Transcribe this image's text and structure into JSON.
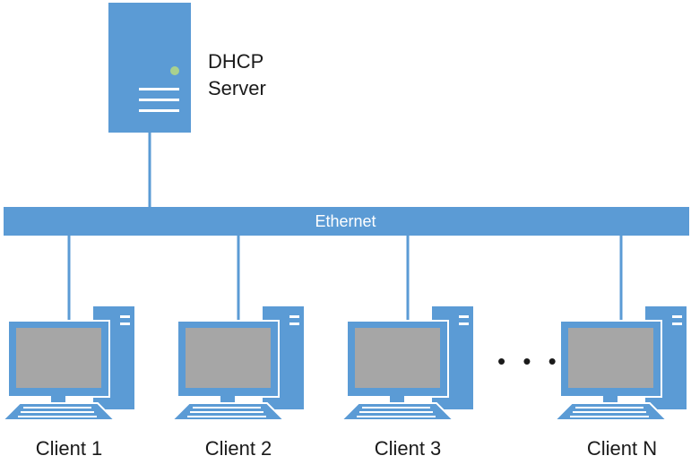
{
  "server": {
    "label_line1": "DHCP",
    "label_line2": "Server",
    "icon": "server-tower-icon"
  },
  "network": {
    "label": "Ethernet"
  },
  "clients": [
    {
      "label": "Client 1",
      "icon": "desktop-computer-icon"
    },
    {
      "label": "Client 2",
      "icon": "desktop-computer-icon"
    },
    {
      "label": "Client 3",
      "icon": "desktop-computer-icon"
    },
    {
      "label": "Client N",
      "icon": "desktop-computer-icon"
    }
  ],
  "ellipsis": "• • •",
  "colors": {
    "primary_blue": "#5b9bd5",
    "screen_gray": "#a6a6a6",
    "led_green": "#a9d18e",
    "text": "#1a1a1a"
  }
}
